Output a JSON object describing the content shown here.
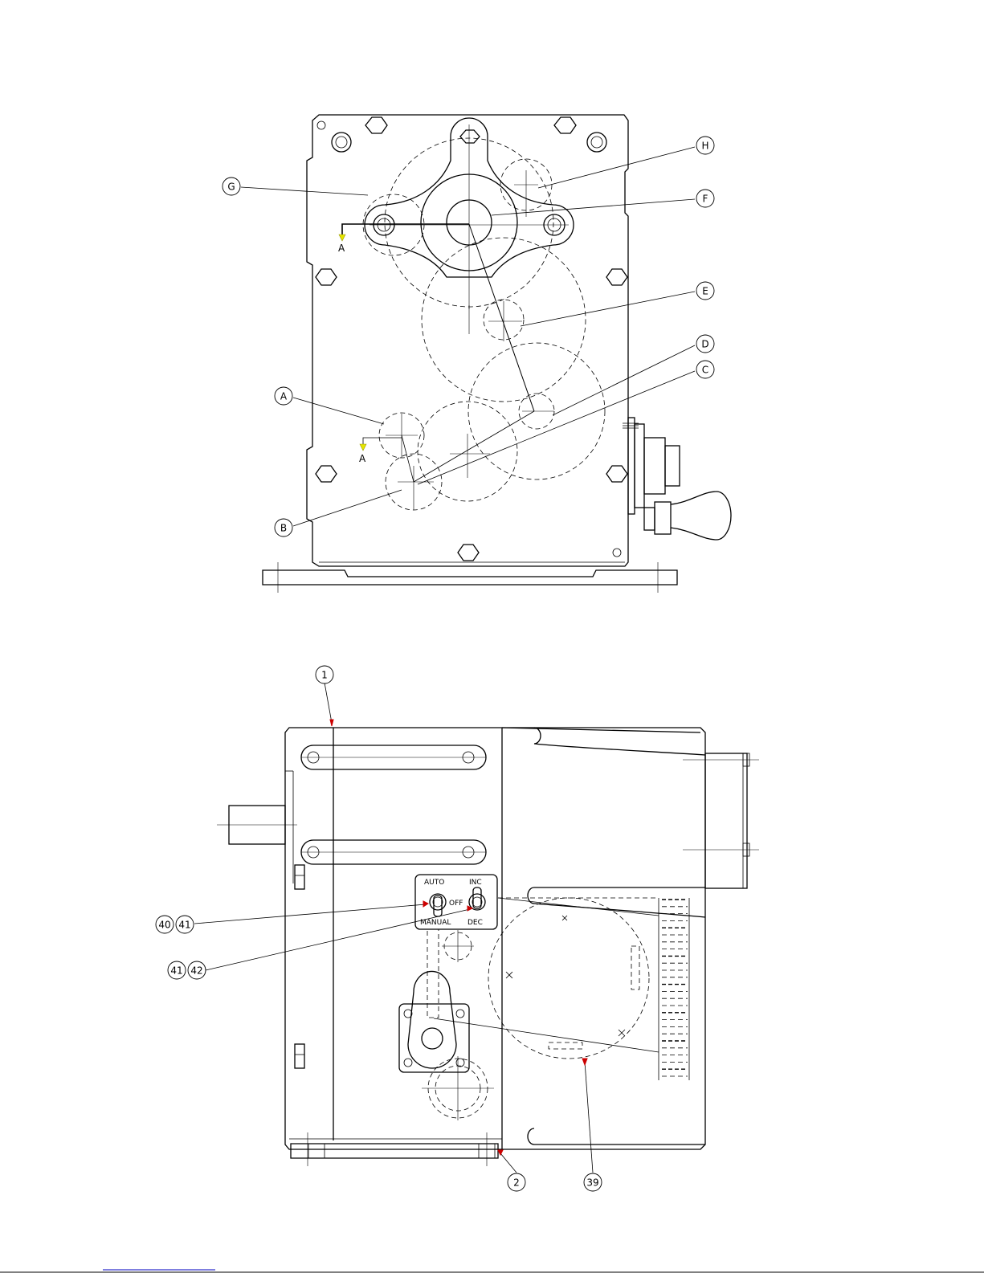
{
  "callouts_top": [
    {
      "id": "H",
      "label": "H"
    },
    {
      "id": "G",
      "label": "G"
    },
    {
      "id": "F",
      "label": "F"
    },
    {
      "id": "E",
      "label": "E"
    },
    {
      "id": "D",
      "label": "D"
    },
    {
      "id": "C",
      "label": "C"
    },
    {
      "id": "A",
      "label": "A"
    },
    {
      "id": "B",
      "label": "B"
    }
  ],
  "section_marks": [
    "A",
    "A"
  ],
  "callouts_bottom": [
    {
      "id": "p1",
      "label": "1"
    },
    {
      "id": "p40",
      "label": "40"
    },
    {
      "id": "p41a",
      "label": "41"
    },
    {
      "id": "p41b",
      "label": "41"
    },
    {
      "id": "p42",
      "label": "42"
    },
    {
      "id": "p2",
      "label": "2"
    },
    {
      "id": "p39",
      "label": "39"
    }
  ],
  "switch_labels": {
    "auto": "AUTO",
    "inc": "INC",
    "off": "OFF",
    "manual": "MANUAL",
    "dec": "DEC"
  },
  "colors": {
    "line": "#000000",
    "section_arrow": "#e6e600",
    "callout_tip": "#cc0000",
    "footer_link": "#3333cc"
  }
}
